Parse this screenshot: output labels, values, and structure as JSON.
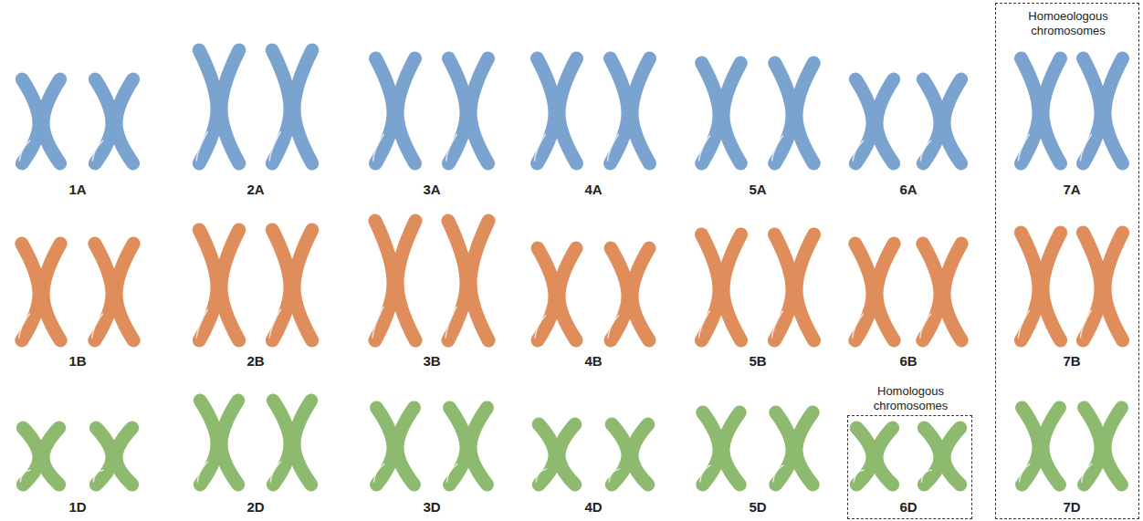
{
  "diagram": {
    "nodes": [
      {
        "text": [
          "Homoeologous chromosomes"
        ]
      },
      {
        "text": [
          "Homologous chromosomes"
        ]
      }
    ],
    "labels": [
      "1A",
      "2A",
      "3A",
      "4A",
      "5A",
      "6A",
      "7A",
      "1B",
      "2B",
      "3B",
      "4B",
      "5B",
      "6B",
      "7B",
      "1D",
      "2D",
      "3D",
      "4D",
      "5D",
      "6D",
      "7D"
    ]
  }
}
